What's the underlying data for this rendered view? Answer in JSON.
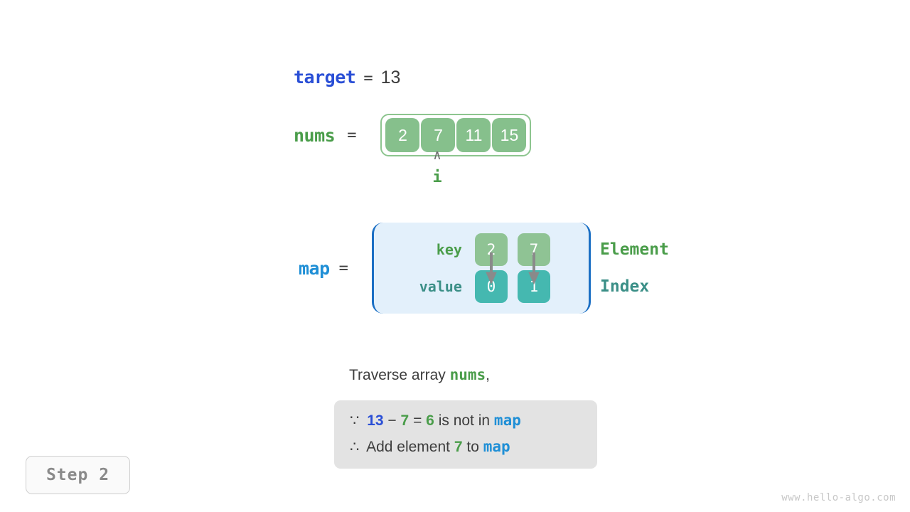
{
  "target": {
    "label": "target",
    "equals": "=",
    "value": "13"
  },
  "nums": {
    "label": "nums",
    "equals": "=",
    "cells": [
      "2",
      "7",
      "11",
      "15"
    ],
    "pointer": {
      "caret": "∧",
      "name": "i",
      "cell_index": 1
    }
  },
  "map": {
    "label": "map",
    "equals": "=",
    "row_labels": {
      "key": "key",
      "value": "value"
    },
    "keys": [
      "2",
      "7"
    ],
    "values": [
      "0",
      "1"
    ],
    "legend": {
      "element": "Element",
      "index": "Index"
    }
  },
  "caption": {
    "prefix": "Traverse array ",
    "var": "nums",
    "suffix": ","
  },
  "explanation": {
    "line1": {
      "symbol": "∵",
      "a": "13",
      "op1": "−",
      "b": "7",
      "op2": "=",
      "c": "6",
      "text": "is not in",
      "map": "map"
    },
    "line2": {
      "symbol": "∴",
      "text1": "Add element",
      "element": "7",
      "text2": "to",
      "map": "map"
    }
  },
  "step_badge": "Step 2",
  "watermark": "www.hello-algo.com",
  "colors": {
    "green": "#4a9d4a",
    "green_fill": "#86c08c",
    "teal": "#45b8b0",
    "teal_text": "#3b8f87",
    "blue": "#2a4fd6",
    "map_blue": "#1f8fd6",
    "map_bg": "#e3f0fb",
    "box_bg": "#e3e3e3",
    "arrow_gray": "#8a8a8a"
  }
}
